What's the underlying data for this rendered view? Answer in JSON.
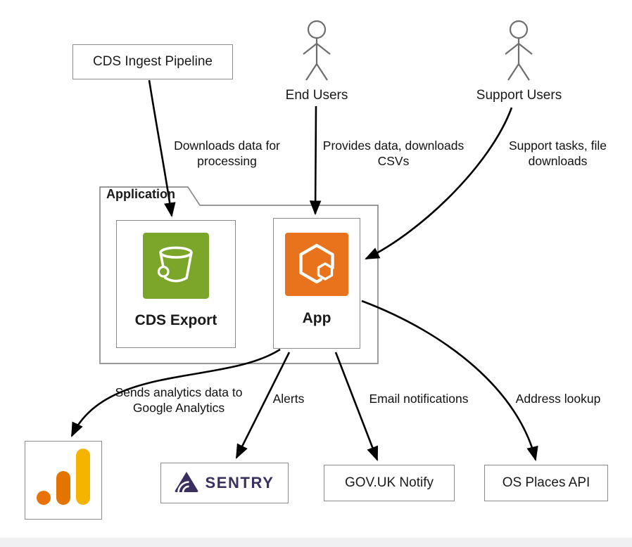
{
  "diagram": {
    "nodes": {
      "cds_ingest": {
        "label": "CDS Ingest Pipeline"
      },
      "end_users": {
        "label": "End Users",
        "shape": "actor-stick-figure"
      },
      "support_users": {
        "label": "Support Users",
        "shape": "actor-stick-figure"
      },
      "application_group": {
        "label": "Application",
        "shape": "folder-container"
      },
      "cds_export": {
        "label": "CDS Export",
        "icon": "aws-s3-bucket-icon",
        "icon_color": "#7BA62A"
      },
      "app": {
        "label": "App",
        "icon": "aws-ecs-container-icon",
        "icon_color": "#E8731C"
      },
      "google_analytics": {
        "icon": "google-analytics-icon",
        "colors": {
          "tall_bar": "#F4B400",
          "mid_bar": "#E37400",
          "dot": "#E8710A"
        }
      },
      "sentry": {
        "label": "SENTRY",
        "icon": "sentry-logo-icon",
        "logo_color": "#3A2F5E"
      },
      "govuk_notify": {
        "label": "GOV.UK Notify"
      },
      "os_places": {
        "label": "OS Places API"
      }
    },
    "edges": {
      "ingest_to_export": {
        "label": "Downloads data for processing"
      },
      "end_users_to_app": {
        "label": "Provides data, downloads CSVs"
      },
      "support_users_to_app": {
        "label": "Support tasks, file downloads"
      },
      "app_to_google_analytics": {
        "label": "Sends analytics data to Google Analytics"
      },
      "app_to_sentry": {
        "label": "Alerts"
      },
      "app_to_notify": {
        "label": "Email notifications"
      },
      "app_to_os_places": {
        "label": "Address lookup"
      }
    },
    "colors": {
      "arrow": "#000000",
      "box_border": "#8B8B8B",
      "actor": "#6E6E6E"
    }
  }
}
